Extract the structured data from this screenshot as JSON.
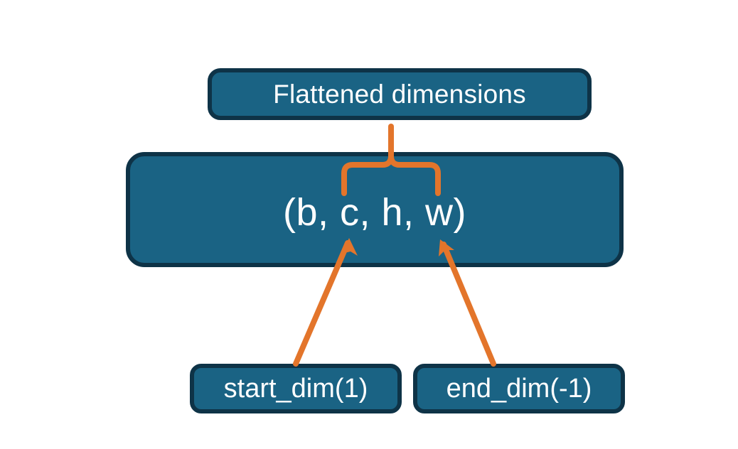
{
  "diagram": {
    "title_node": "Flattened dimensions",
    "shape_node": "(b, c, h, w)",
    "start_dim_node": "start_dim(1)",
    "end_dim_node": "end_dim(-1)",
    "nodes": [
      {
        "id": "flattened",
        "label": "Flattened dimensions"
      },
      {
        "id": "shape",
        "label": "(b, c, h, w)"
      },
      {
        "id": "start-dim",
        "label": "start_dim(1)"
      },
      {
        "id": "end-dim",
        "label": "end_dim(-1)"
      }
    ],
    "connectors": [
      {
        "id": "brace-to-flattened",
        "type": "curly-brace",
        "from": "shape-dims-c-through-w",
        "to": "flattened"
      },
      {
        "id": "arrow-start-dim",
        "type": "arrow",
        "from": "start-dim",
        "to": "shape-dim-c"
      },
      {
        "id": "arrow-end-dim",
        "type": "arrow",
        "from": "end-dim",
        "to": "shape-dim-w"
      }
    ],
    "colors": {
      "node_fill": "#1a6384",
      "node_border": "#0e3347",
      "node_text": "#ffffff",
      "accent": "#e3752b",
      "background": "#ffffff"
    }
  }
}
